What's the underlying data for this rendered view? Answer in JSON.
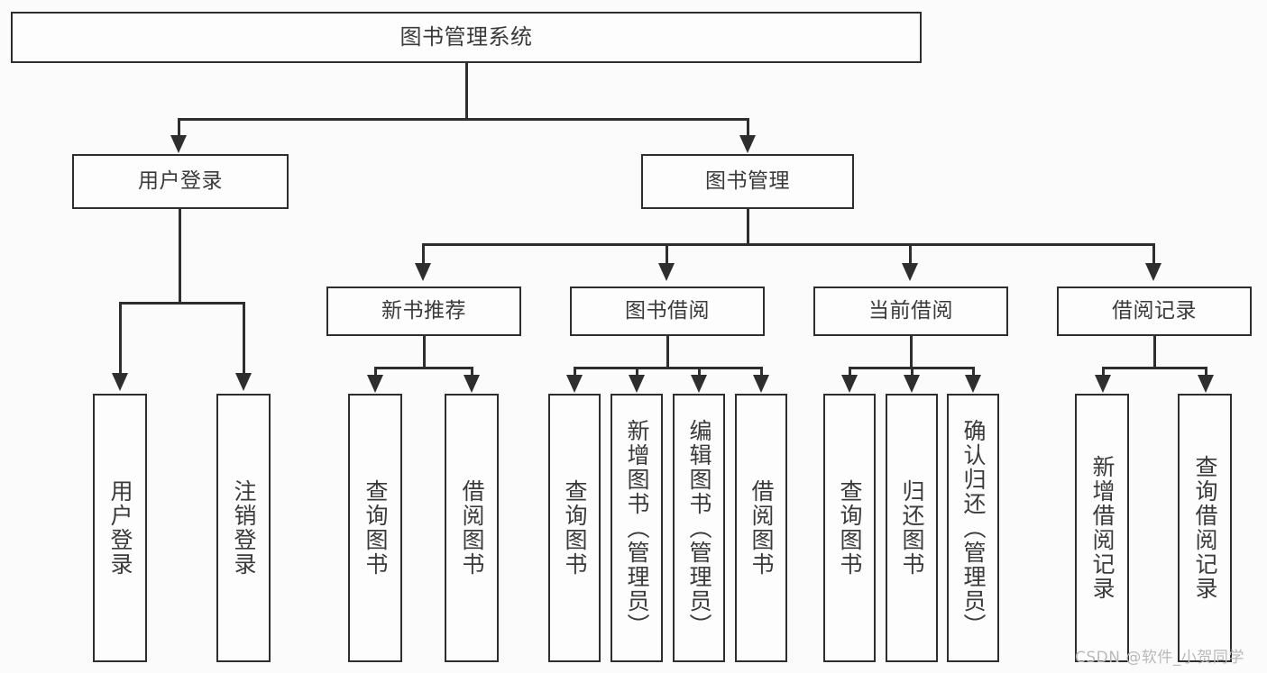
{
  "diagram": {
    "type": "tree-hierarchy",
    "title": "图书管理系统",
    "root": {
      "label": "图书管理系统"
    },
    "level1": [
      {
        "label": "用户登录"
      },
      {
        "label": "图书管理"
      }
    ],
    "level2": [
      {
        "label": "新书推荐",
        "parent": "图书管理"
      },
      {
        "label": "图书借阅",
        "parent": "图书管理"
      },
      {
        "label": "当前借阅",
        "parent": "图书管理"
      },
      {
        "label": "借阅记录",
        "parent": "图书管理"
      }
    ],
    "leaves": {
      "user_login": [
        {
          "label": "用户登录"
        },
        {
          "label": "注销登录"
        }
      ],
      "new_book_recommend": [
        {
          "label": "查询图书"
        },
        {
          "label": "借阅图书"
        }
      ],
      "book_borrow": [
        {
          "label": "查询图书"
        },
        {
          "label": "新增图书（管理员）"
        },
        {
          "label": "编辑图书（管理员）"
        },
        {
          "label": "借阅图书"
        }
      ],
      "current_borrow": [
        {
          "label": "查询图书"
        },
        {
          "label": "归还图书"
        },
        {
          "label": "确认归还（管理员）"
        }
      ],
      "borrow_record": [
        {
          "label": "新增借阅记录"
        },
        {
          "label": "查询借阅记录"
        }
      ]
    }
  },
  "watermark": {
    "text": "CSDN @软件_小贺同学"
  },
  "colors": {
    "border": "#2e2e2e",
    "text": "#3a3a3a",
    "background": "#fbfbfb",
    "watermark": "#b9b9b9"
  }
}
